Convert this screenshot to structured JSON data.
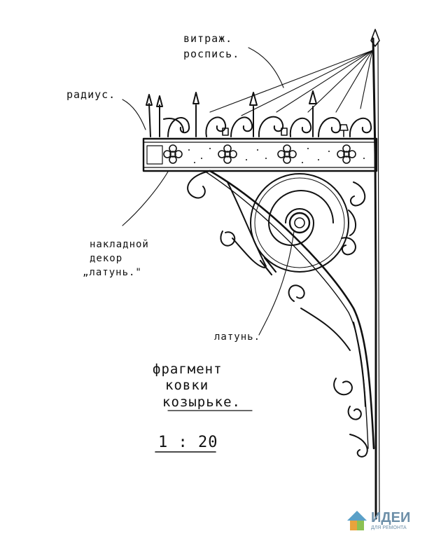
{
  "labels": {
    "vitrazh_line1": "витраж.",
    "vitrazh_line2": "роспись.",
    "radius": "радиус.",
    "decor_line1": "накладной",
    "decor_line2": "декор",
    "decor_line3": "„латунь.\"",
    "brass": "латунь.",
    "title_line1": "фрагмент",
    "title_line2": "ковки",
    "title_line3": "козырьке.",
    "scale": "1 : 20"
  },
  "watermark": {
    "brand": "ИДЕИ",
    "sub": "ДЛЯ РЕМОНТА",
    "colors": [
      "#5aa0c8",
      "#e8a33c",
      "#8cc152",
      "#d9534f"
    ]
  },
  "ink_color": "#111111"
}
